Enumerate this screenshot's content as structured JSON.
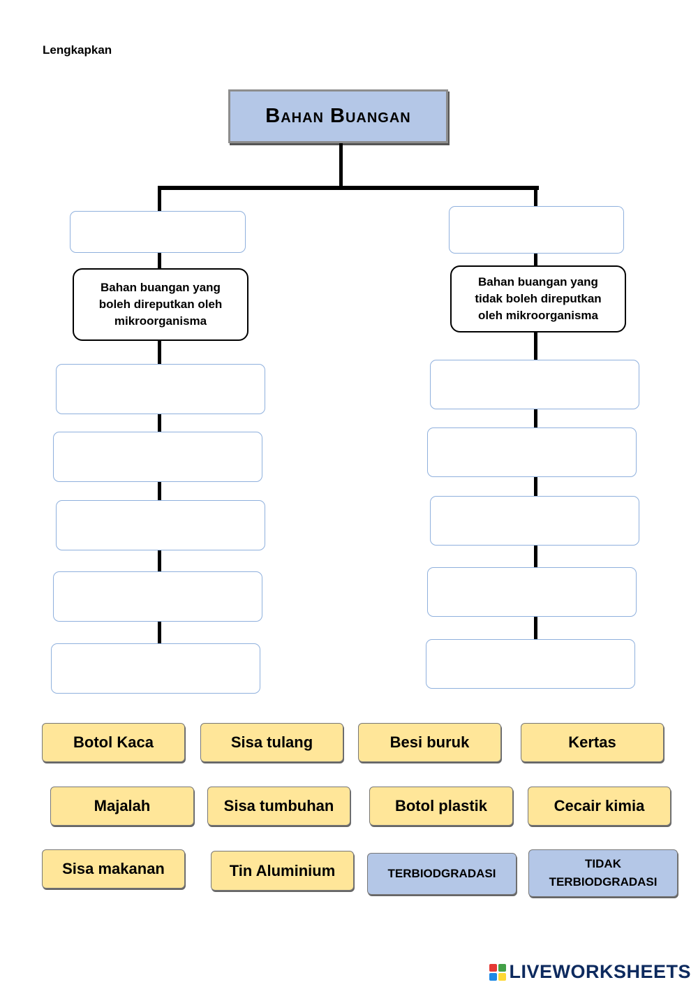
{
  "instruction": "Lengkapkan",
  "diagram": {
    "title": "Bahan Buangan",
    "left_description": "Bahan buangan yang boleh direputkan oleh mikroorganisma",
    "right_description": "Bahan buangan yang tidak boleh direputkan oleh mikroorganisma"
  },
  "word_bank": [
    {
      "label": "Botol Kaca",
      "color": "#ffe699"
    },
    {
      "label": "Sisa tulang",
      "color": "#ffe699"
    },
    {
      "label": "Besi buruk",
      "color": "#ffe699"
    },
    {
      "label": "Kertas",
      "color": "#ffe699"
    },
    {
      "label": "Majalah",
      "color": "#ffe699"
    },
    {
      "label": "Sisa tumbuhan",
      "color": "#ffe699"
    },
    {
      "label": "Botol plastik",
      "color": "#ffe699"
    },
    {
      "label": "Cecair kimia",
      "color": "#ffe699"
    },
    {
      "label": "Sisa makanan",
      "color": "#ffe699"
    },
    {
      "label": "Tin Aluminium",
      "color": "#ffe699"
    },
    {
      "label": "TERBIODGRADASI",
      "color": "#b4c7e7"
    },
    {
      "label": "TIDAK TERBIODGRADASI",
      "color": "#b4c7e7"
    }
  ],
  "branding": {
    "name": "LIVEWORKSHEETS",
    "logo_icon": "liveworksheets-logo-icon"
  }
}
